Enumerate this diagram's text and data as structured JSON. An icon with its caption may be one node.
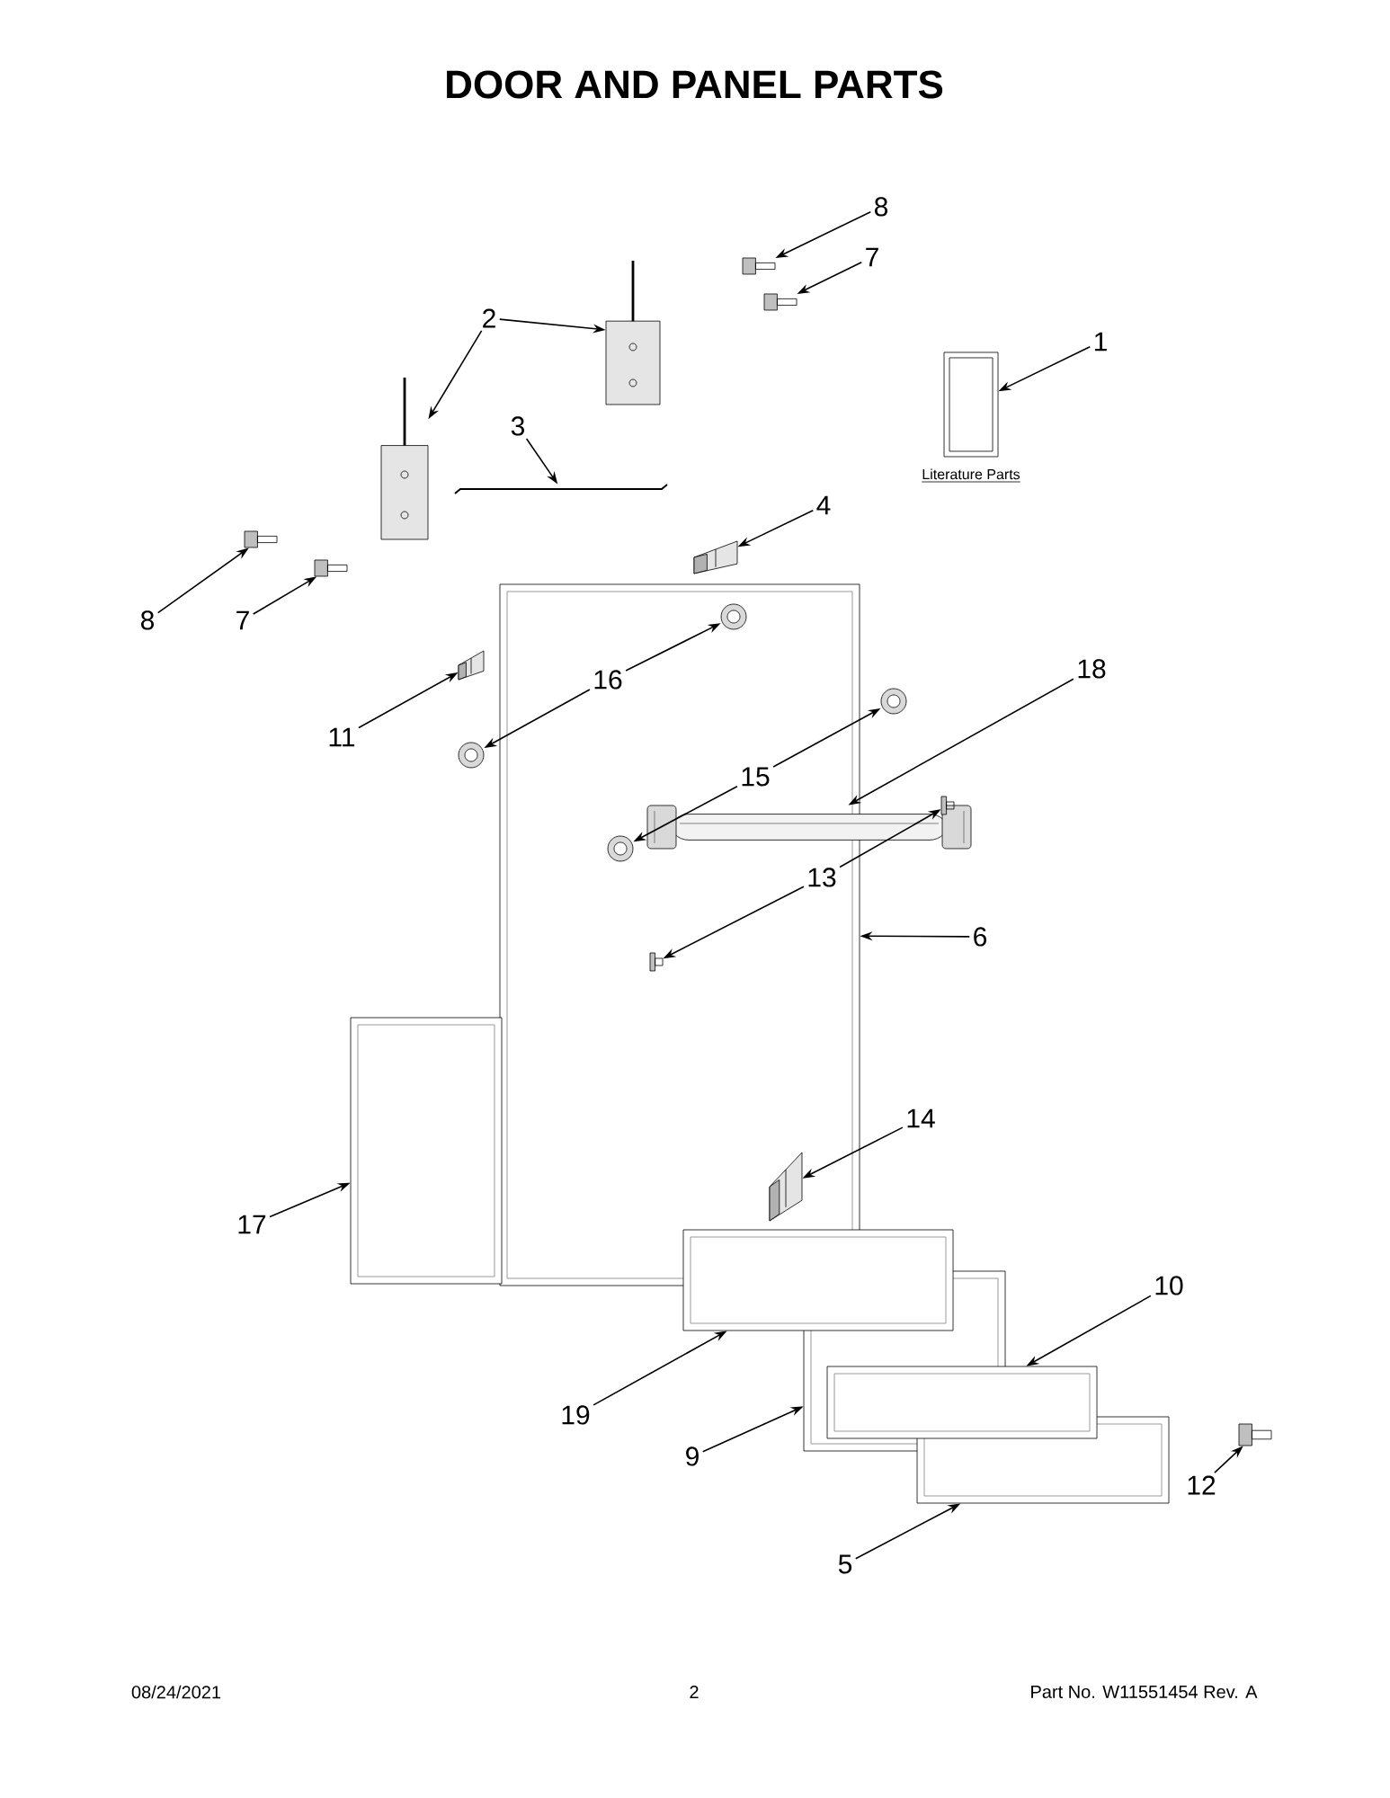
{
  "diagram": {
    "title": "DOOR AND PANEL PARTS",
    "nodes": [
      {
        "text": [
          "1"
        ]
      },
      {
        "text": [],
        "shape": "picture",
        "beside": [
          "Literature Parts"
        ]
      },
      {
        "text": [
          "2"
        ]
      },
      {
        "text": [],
        "shape": "picture"
      },
      {
        "text": [],
        "shape": "picture"
      },
      {
        "text": [
          "3"
        ]
      },
      {
        "text": [],
        "shape": "picture"
      },
      {
        "text": [
          "4"
        ]
      },
      {
        "text": [],
        "shape": "picture"
      },
      {
        "text": [
          "7"
        ]
      },
      {
        "text": [],
        "shape": "picture"
      },
      {
        "text": [
          "8"
        ]
      },
      {
        "text": [],
        "shape": "picture"
      },
      {
        "text": [
          "8"
        ]
      },
      {
        "text": [],
        "shape": "picture"
      },
      {
        "text": [
          "7"
        ]
      },
      {
        "text": [],
        "shape": "picture"
      },
      {
        "text": [
          "16"
        ],
        "in": 31
      },
      {
        "text": [],
        "shape": "picture",
        "in": 31
      },
      {
        "text": [],
        "shape": "picture"
      },
      {
        "text": [
          "11"
        ]
      },
      {
        "text": [],
        "shape": "picture"
      },
      {
        "text": [
          "18"
        ]
      },
      {
        "text": [],
        "shape": "picture"
      },
      {
        "text": [
          "15"
        ],
        "in": 31
      },
      {
        "text": [],
        "shape": "picture"
      },
      {
        "text": [],
        "shape": "picture",
        "in": 31
      },
      {
        "text": [
          "13"
        ],
        "in": 31
      },
      {
        "text": [],
        "shape": "picture"
      },
      {
        "text": [],
        "shape": "picture",
        "in": 31
      },
      {
        "text": [
          "6"
        ]
      },
      {
        "text": [],
        "shape": "picture"
      },
      {
        "text": [
          "14"
        ]
      },
      {
        "text": [],
        "shape": "picture",
        "in": 31
      },
      {
        "text": [
          "17"
        ]
      },
      {
        "text": [],
        "shape": "picture"
      },
      {
        "text": [
          "19"
        ]
      },
      {
        "text": [],
        "shape": "picture"
      },
      {
        "text": [
          "9"
        ]
      },
      {
        "text": [],
        "shape": "picture"
      },
      {
        "text": [
          "10"
        ]
      },
      {
        "text": [],
        "shape": "picture"
      },
      {
        "text": [
          "12"
        ]
      },
      {
        "text": [],
        "shape": "picture"
      },
      {
        "text": [
          "5"
        ]
      },
      {
        "text": [],
        "shape": "picture"
      }
    ],
    "edges": [
      {
        "from": 0,
        "to": 1,
        "arrow": "to"
      },
      {
        "from": 2,
        "to": 3,
        "arrow": "to"
      },
      {
        "from": 2,
        "to": 4,
        "arrow": "to"
      },
      {
        "from": 5,
        "to": 6,
        "arrow": "to"
      },
      {
        "from": 7,
        "to": 8,
        "arrow": "to"
      },
      {
        "from": 9,
        "to": 10,
        "arrow": "to"
      },
      {
        "from": 11,
        "to": 12,
        "arrow": "to"
      },
      {
        "from": 13,
        "to": 14,
        "arrow": "to"
      },
      {
        "from": 15,
        "to": 16,
        "arrow": "to"
      },
      {
        "from": 17,
        "to": 18,
        "arrow": "to"
      },
      {
        "from": 17,
        "to": 19,
        "arrow": "to"
      },
      {
        "from": 20,
        "to": 21,
        "arrow": "to"
      },
      {
        "from": 22,
        "to": 23,
        "arrow": "to"
      },
      {
        "from": 24,
        "to": 25,
        "arrow": "to"
      },
      {
        "from": 24,
        "to": 26,
        "arrow": "to"
      },
      {
        "from": 27,
        "to": 28,
        "arrow": "to"
      },
      {
        "from": 27,
        "to": 29,
        "arrow": "to"
      },
      {
        "from": 30,
        "to": 31,
        "arrow": "to"
      },
      {
        "from": 32,
        "to": 33,
        "arrow": "to"
      },
      {
        "from": 34,
        "to": 35,
        "arrow": "to"
      },
      {
        "from": 36,
        "to": 37,
        "arrow": "to"
      },
      {
        "from": 38,
        "to": 39,
        "arrow": "to"
      },
      {
        "from": 40,
        "to": 41,
        "arrow": "to"
      },
      {
        "from": 42,
        "to": 43,
        "arrow": "to"
      },
      {
        "from": 44,
        "to": 45,
        "arrow": "to"
      }
    ],
    "labels": [
      "08/24/2021",
      "2",
      "Part No.  W11551454  Rev.  A"
    ]
  }
}
